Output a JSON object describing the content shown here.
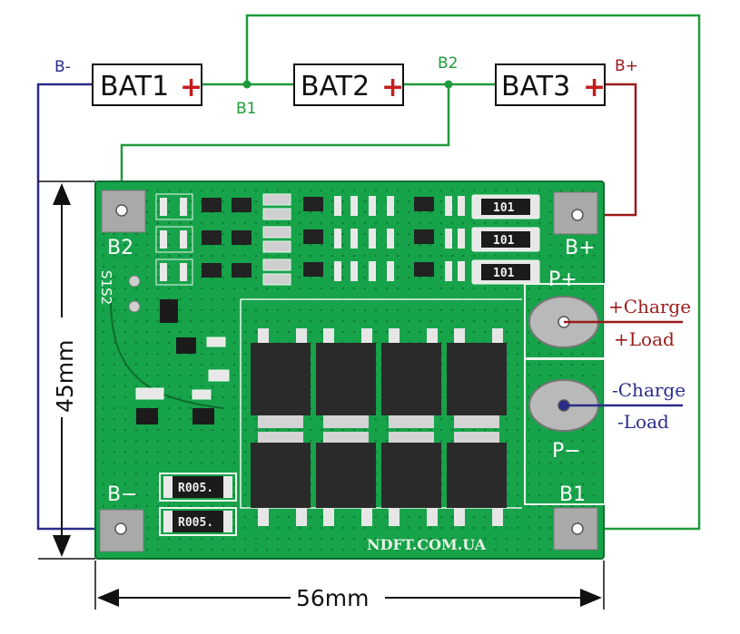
{
  "batteries": [
    {
      "label": "BAT1",
      "plus": "+"
    },
    {
      "label": "BAT2",
      "plus": "+"
    },
    {
      "label": "BAT3",
      "plus": "+"
    }
  ],
  "wires": {
    "b_minus": "B-",
    "b1": "B1",
    "b2": "B2",
    "b_plus": "B+"
  },
  "board": {
    "pad_b2": "B2",
    "pad_b_plus": "B+",
    "pad_p_plus": "P+",
    "pad_p_minus": "P−",
    "pad_b_minus": "B−",
    "pad_b1": "B1",
    "s1s2": "S1S2",
    "shunt_top": "101",
    "shunt_bottom": "R005.",
    "watermark": "NDFT.COM.UA",
    "color": "#17a34a"
  },
  "outputs": {
    "plus_charge": "+Charge",
    "plus_load": "+Load",
    "minus_charge": "-Charge",
    "minus_load": "-Load"
  },
  "dimensions": {
    "height": "45mm",
    "width": "56mm"
  },
  "colors": {
    "wire_blue": "#2a2c8a",
    "wire_red": "#9a1b1b",
    "wire_green": "#1f9a3a"
  }
}
